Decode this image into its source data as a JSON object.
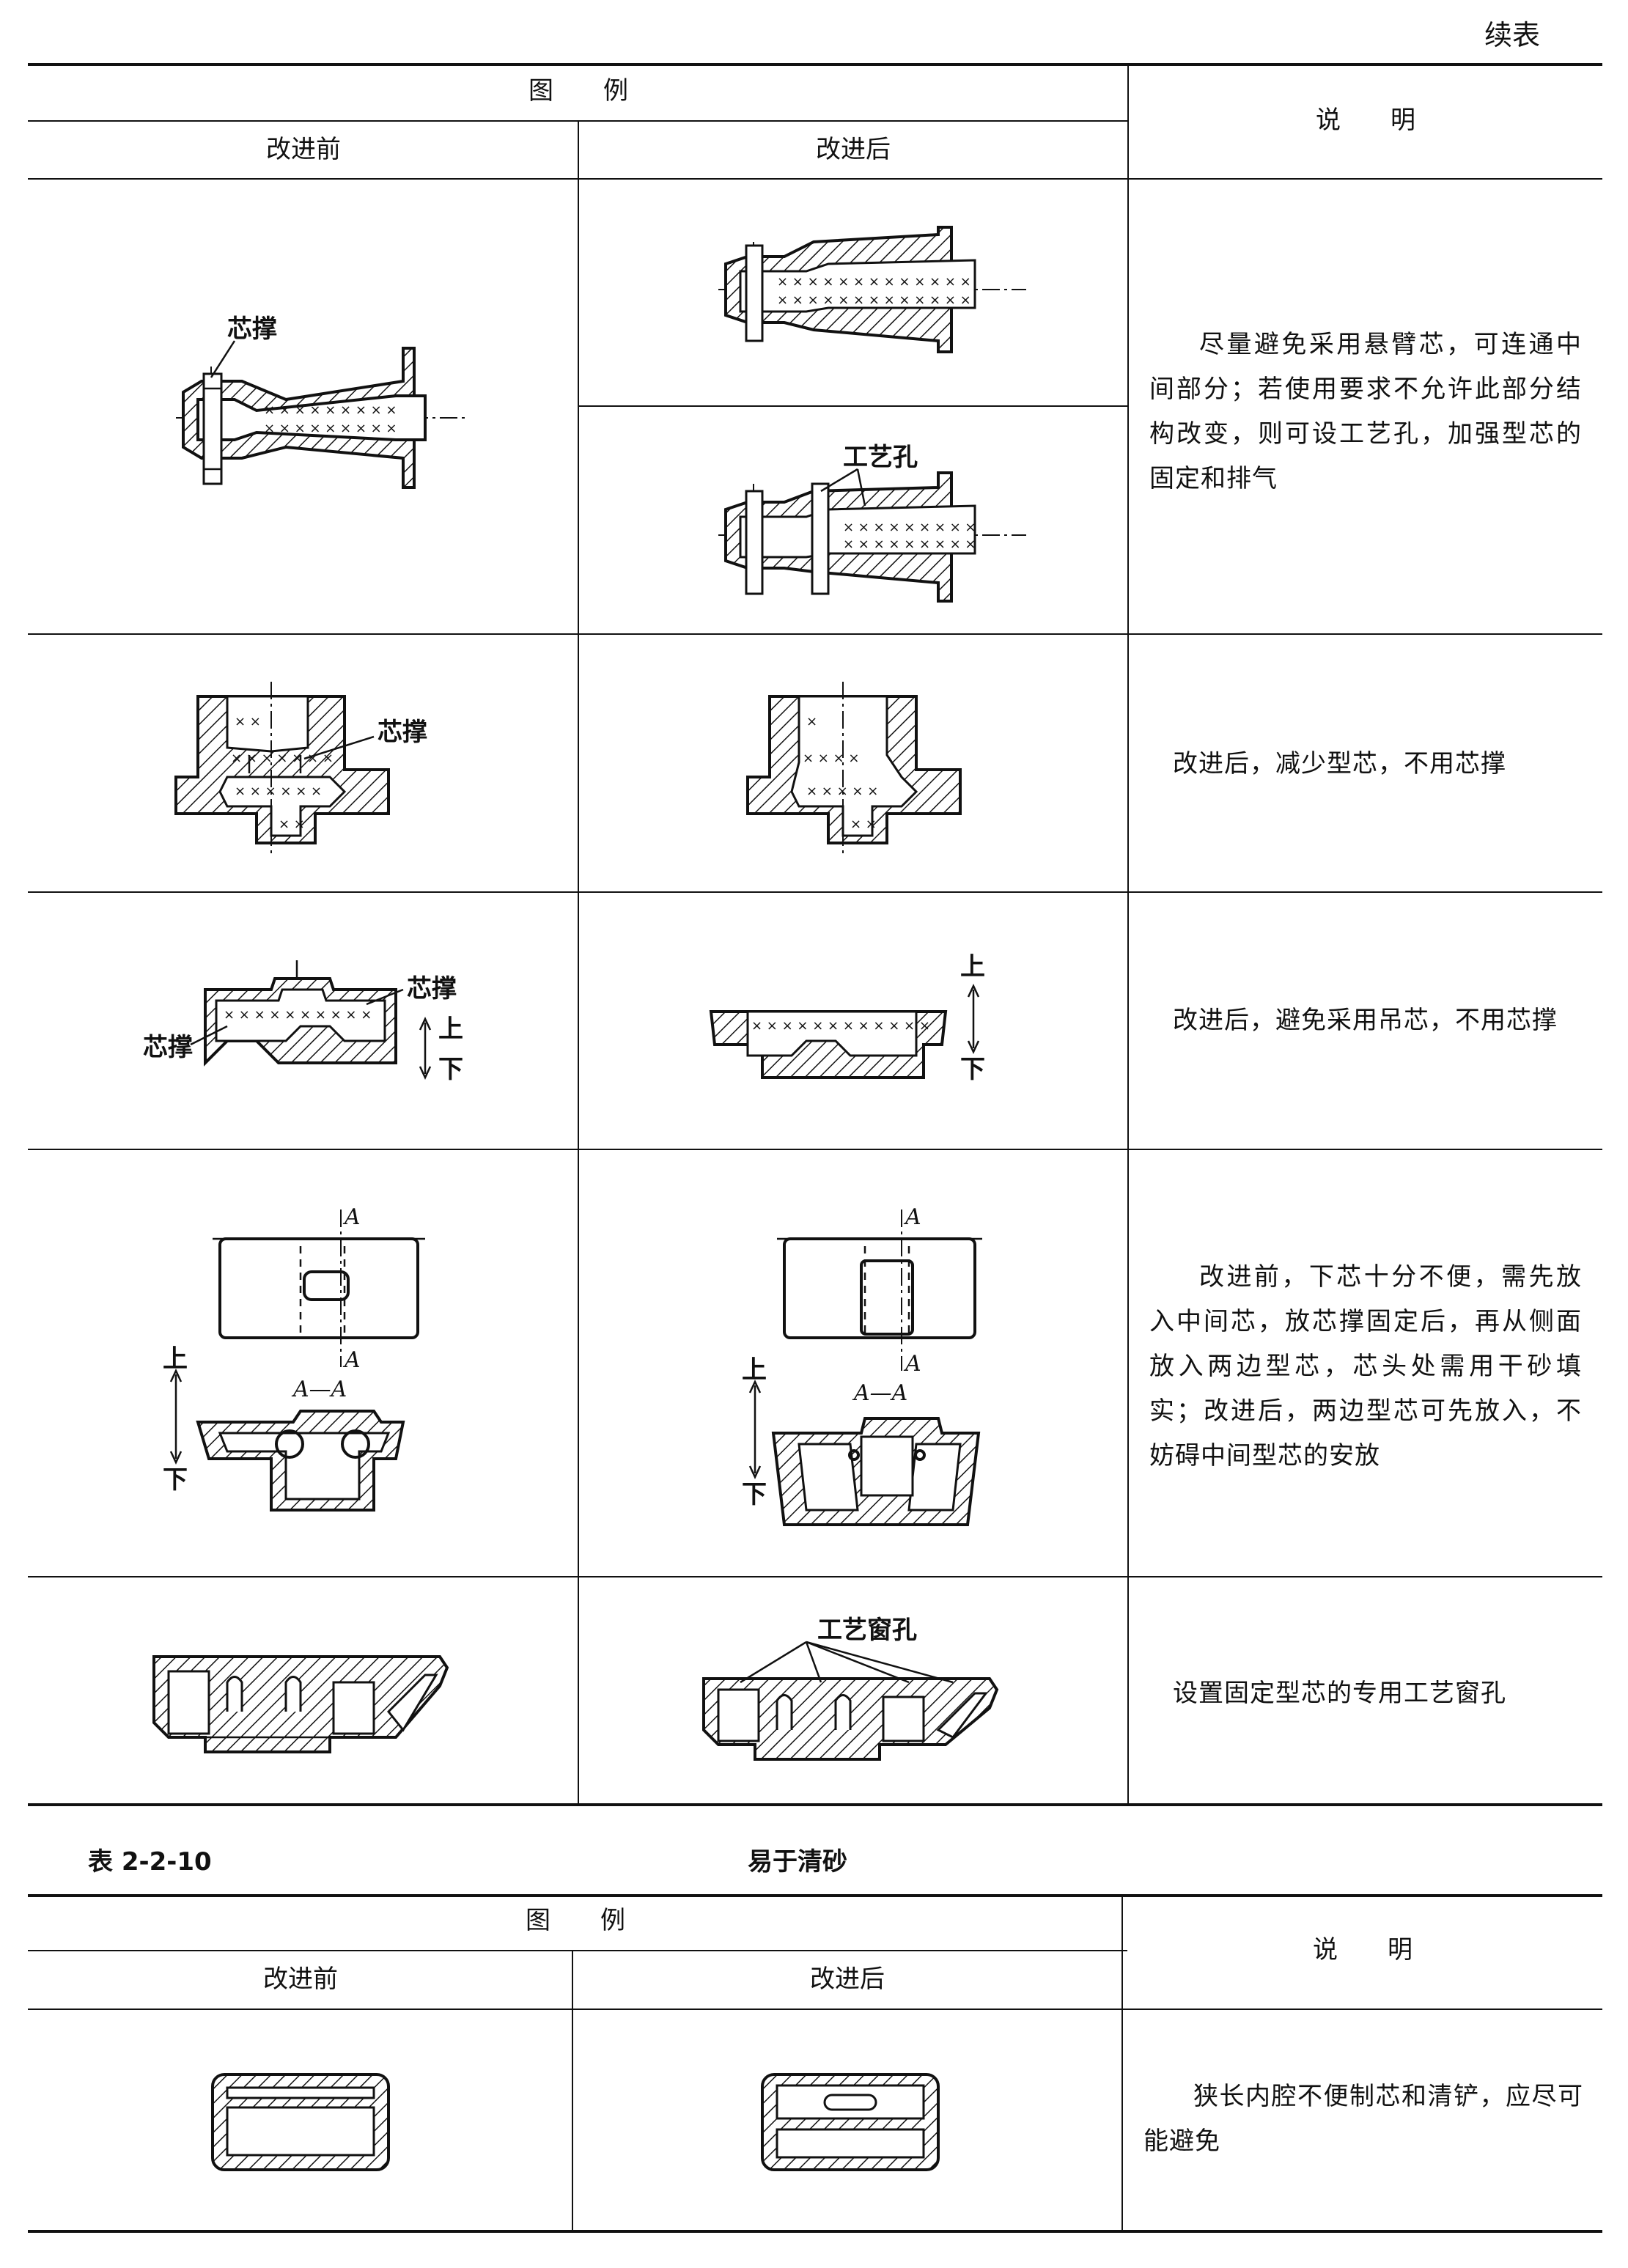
{
  "page_header": "续表",
  "table1": {
    "header_group": "图　　例",
    "col_before": "改进前",
    "col_after": "改进后",
    "col_note": "说　　明",
    "rows": [
      {
        "note": "尽量避免采用悬臂芯，可连通中间部分；若使用要求不允许此部分结构改变，则可设工艺孔，加强型芯的固定和排气",
        "label_before": "芯撑",
        "label_after": "工艺孔"
      },
      {
        "note": "改进后，减少型芯，不用芯撑",
        "label_before": "芯撑"
      },
      {
        "note": "改进后，避免采用吊芯，不用芯撑",
        "label_before_1": "芯撑",
        "label_before_2": "芯撑",
        "up": "上",
        "down": "下"
      },
      {
        "note": "改进前，下芯十分不便，需先放入中间芯，放芯撑固定后，再从侧面放入两边型芯，芯头处需用干砂填实；改进后，两边型芯可先放入，不妨碍中间型芯的安放",
        "section_mark": "A",
        "section_label": "A—A",
        "up": "上",
        "down": "下"
      },
      {
        "note": "设置固定型芯的专用工艺窗孔",
        "label_after": "工艺窗孔"
      }
    ]
  },
  "table2": {
    "number": "表 2-2-10",
    "title": "易于清砂",
    "header_group": "图　　例",
    "col_before": "改进前",
    "col_after": "改进后",
    "col_note": "说　　明",
    "rows": [
      {
        "note": "狭长内腔不便制芯和清铲，应尽可能避免"
      }
    ]
  }
}
